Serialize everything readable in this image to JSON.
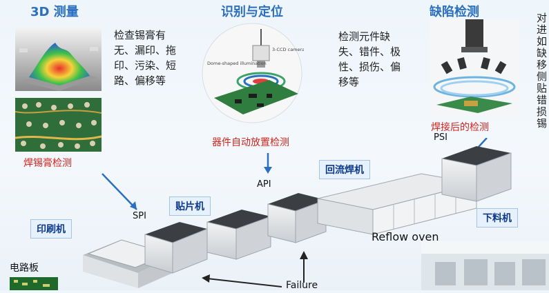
{
  "sections": {
    "measure3d": {
      "title": "3D 测量",
      "checks": "检查锡膏有无、漏印、拖印、污染、短路、偏移等",
      "caption": "焊锡膏检测"
    },
    "recognize": {
      "title": "识别与定位",
      "checks": "检测元件缺失、错件、极性、损伤、偏移等",
      "caption": "器件自动放置检测",
      "diagram_labels": {
        "dome": "Dome-shaped illumination",
        "camera": "3-CCD camera"
      }
    },
    "defect": {
      "title": "缺陷检测",
      "side_text": "对进如缺移侧贴错损锡",
      "caption": "焊接后的检测"
    }
  },
  "line": {
    "spi": "SPI",
    "api": "API",
    "psi": "PSI",
    "printer": "印刷机",
    "mounter": "贴片机",
    "reflow": "回流焊机",
    "reflow_en": "Reflow oven",
    "unloader": "下料机",
    "pcb": "电路板",
    "failure": "Failure"
  },
  "colors": {
    "title_blue": "#2a6fc0",
    "caption_red": "#d0241c",
    "box_text": "#0d3a8a"
  }
}
